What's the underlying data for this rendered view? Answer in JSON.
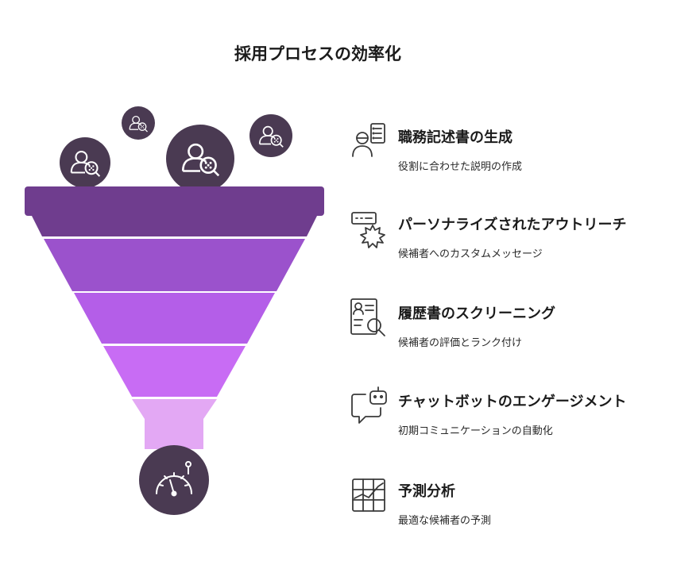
{
  "title": "採用プロセスの効率化",
  "colors": {
    "layer1": "#6f3d8e",
    "layer2": "#9b52cc",
    "layer3": "#b45ee8",
    "layer4": "#c86cf4",
    "spout": "#e3a8f4",
    "circle": "#4a3a52",
    "icon_line": "#3a3a3a"
  },
  "input_icons": [
    "candidate-search-icon",
    "candidate-search-icon",
    "candidate-search-icon",
    "candidate-search-icon"
  ],
  "output_icon": "speedometer-icon",
  "items": [
    {
      "title": "職務記述書の生成",
      "desc": "役割に合わせた説明の作成",
      "icon": "person-checklist-icon"
    },
    {
      "title": "パーソナライズされたアウトリーチ",
      "desc": "候補者へのカスタムメッセージ",
      "icon": "message-burst-icon"
    },
    {
      "title": "履歴書のスクリーニング",
      "desc": "候補者の評価とランク付け",
      "icon": "resume-search-icon"
    },
    {
      "title": "チャットボットのエンゲージメント",
      "desc": "初期コミュニケーションの自動化",
      "icon": "chatbot-icon"
    },
    {
      "title": "予測分析",
      "desc": "最適な候補者の予測",
      "icon": "chart-grid-icon"
    }
  ]
}
